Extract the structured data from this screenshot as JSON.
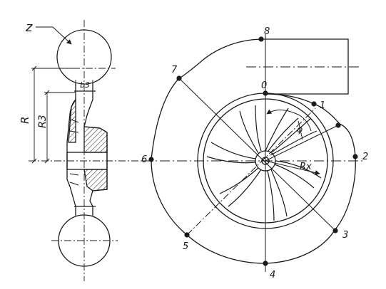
{
  "section_view": {
    "labels": {
      "z": "z",
      "b3": "b3",
      "R": "R",
      "R3": "R3"
    }
  },
  "volute_view": {
    "point_labels": [
      "0",
      "1",
      "2",
      "3",
      "4",
      "5",
      "6",
      "7",
      "8"
    ],
    "labels": {
      "phi": "φ",
      "Rx": "Rx"
    }
  }
}
